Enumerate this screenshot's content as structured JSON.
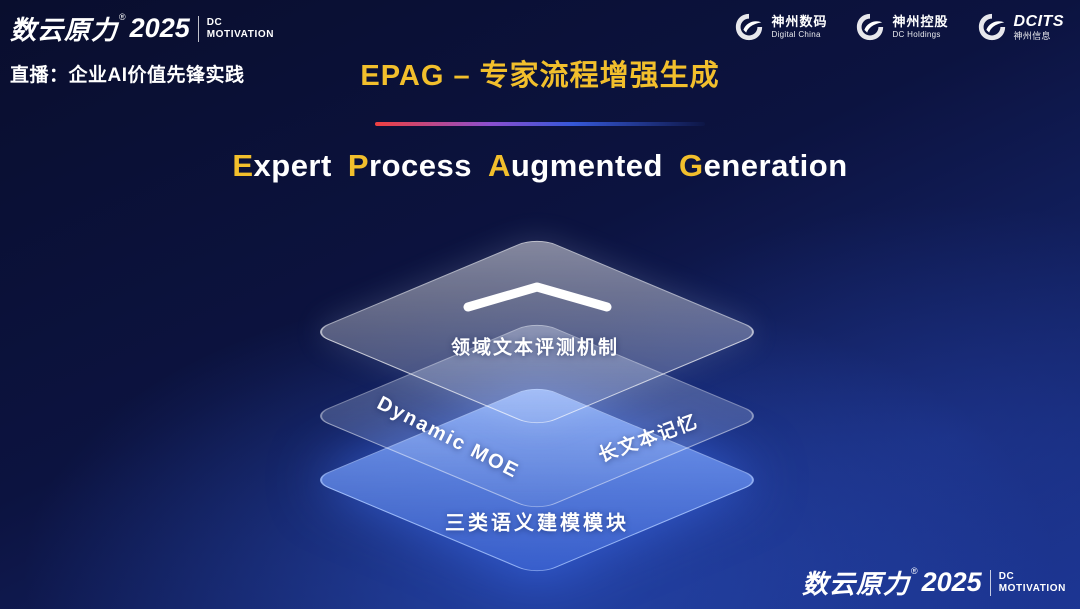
{
  "brand": {
    "name": "数云原力",
    "reg": "®",
    "year": "2025",
    "tag_top": "DC",
    "tag_bottom": "MOTIVATION"
  },
  "header": {
    "live_label": "直播：企业AI价值先锋实践",
    "partner_logos": [
      {
        "name": "神州数码",
        "subtitle": "Digital China"
      },
      {
        "name": "神州控股",
        "subtitle": "DC Holdings"
      },
      {
        "name": "DCITS",
        "subtitle": "神州信息"
      }
    ]
  },
  "title": {
    "heading": "EPAG – 专家流程增强生成",
    "english_words": [
      {
        "first": "E",
        "rest": "xpert"
      },
      {
        "first": "P",
        "rest": "rocess"
      },
      {
        "first": "A",
        "rest": "ugmented"
      },
      {
        "first": "G",
        "rest": "eneration"
      }
    ]
  },
  "diagram": {
    "layers": {
      "top": {
        "label": "领域文本评测机制"
      },
      "middle": {
        "label_left": "Dynamic MOE",
        "label_right": "长文本记忆"
      },
      "bottom": {
        "label": "三类语义建模模块"
      }
    }
  },
  "colors": {
    "accent_gold": "#f2bf2c",
    "line_red": "#ef4040",
    "line_blue": "#3558d8",
    "layer_blue": "#5b82f0",
    "background_top": "#0a0f33",
    "background_bottom": "#1b3490"
  }
}
